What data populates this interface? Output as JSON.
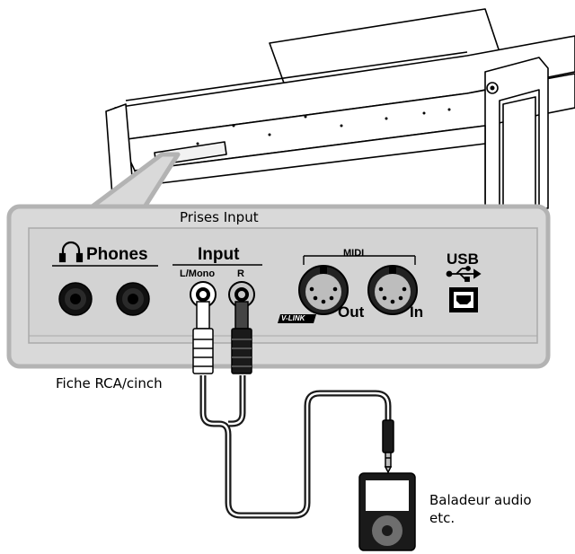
{
  "labels": {
    "input_jacks_caption": "Prises Input",
    "rca_plug_caption": "Fiche RCA/cinch",
    "player_caption_line1": "Baladeur audio",
    "player_caption_line2": "etc."
  },
  "panel": {
    "phones_label": "Phones",
    "input_label": "Input",
    "input_left_label": "L/Mono",
    "input_right_label": "R",
    "midi_label": "MIDI",
    "vlink_label": "V-LINK",
    "midi_out_label": "Out",
    "midi_in_label": "In",
    "usb_label": "USB"
  },
  "icons": [
    "headphones-icon",
    "usb-icon",
    "phone-jack-icon",
    "rca-jack-icon",
    "midi-port-icon",
    "usb-port-icon",
    "media-player-icon"
  ],
  "colors": {
    "panel_fill": "#d9d9d9",
    "panel_border": "#b3b3b3",
    "cable": "#1a1a1a",
    "plug_white": "#ffffff",
    "jack_red": "#c8c8c8"
  }
}
